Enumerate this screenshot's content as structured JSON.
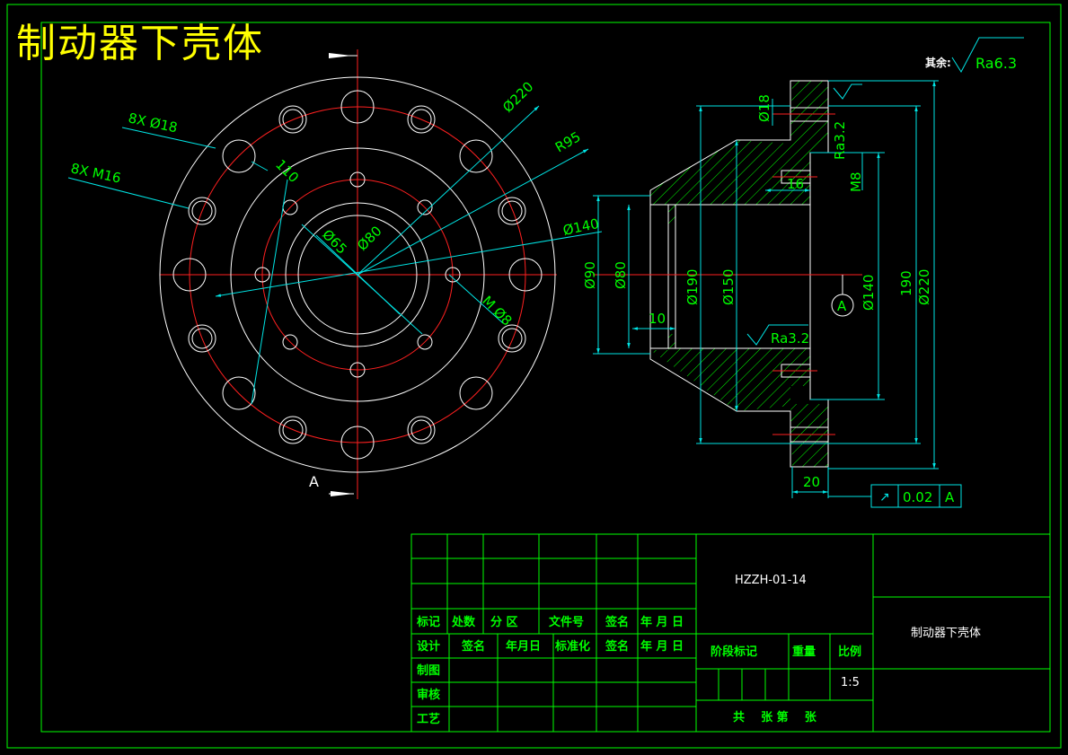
{
  "drawing": {
    "title": "制动器下壳体",
    "surface_note_prefix": "其余:",
    "surface_note_value": "Ra6.3",
    "section_marker": "A",
    "datum_label": "A",
    "tolerance": {
      "symbol": "↗",
      "value": "0.02",
      "datum": "A"
    }
  },
  "front_view": {
    "dims": {
      "holes_18": "8X Ø18",
      "holes_m16": "8X M16",
      "d220": "Ø220",
      "r95": "R95",
      "d140": "Ø140",
      "d65": "Ø65",
      "d80": "Ø80",
      "len110": "110",
      "m8": "M Ø8"
    }
  },
  "section_view": {
    "dims": {
      "d18": "Ø18",
      "ra32_top": "Ra3.2",
      "len16": "16",
      "m8": "M8",
      "d90": "Ø90",
      "d80": "Ø80",
      "d190": "Ø190",
      "d150": "Ø150",
      "len10": "10",
      "ra32_bottom": "Ra3.2",
      "d140": "Ø140",
      "len190": "190",
      "d220": "Ø220",
      "len20": "20"
    }
  },
  "title_block": {
    "drawing_no": "HZZH-01-14",
    "part_name": "制动器下壳体",
    "row_marks": [
      "标记",
      "处数",
      "分  区",
      "文件号",
      "签名",
      "年 月 日"
    ],
    "row_design": [
      "设计",
      "签名",
      "年月日",
      "标准化",
      "签名",
      "年 月 日"
    ],
    "side_labels": [
      "制图",
      "审核",
      "工艺"
    ],
    "stage_mark": "阶段标记",
    "weight": "重量",
    "scale_label": "比例",
    "scale_value": "1:5",
    "sheets": "共    张 第    张"
  }
}
